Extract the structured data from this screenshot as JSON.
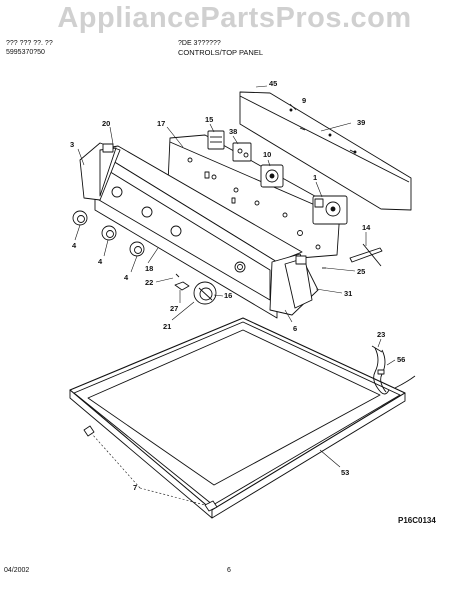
{
  "watermark": "AppliancePartsPros.com",
  "header": {
    "model_label": "??? ??? ??. ??",
    "model_number": "5995370?50",
    "brand_model": "?DE 3??????",
    "section_title": "CONTROLS/TOP PANEL"
  },
  "callouts": {
    "p45": "45",
    "p9": "9",
    "p39": "39",
    "p20": "20",
    "p17": "17",
    "p15": "15",
    "p38": "38",
    "p10": "10",
    "p3": "3",
    "p1": "1",
    "p14": "14",
    "p4a": "4",
    "p4b": "4",
    "p4c": "4",
    "p18": "18",
    "p22": "22",
    "p16": "16",
    "p25": "25",
    "p31": "31",
    "p27": "27",
    "p21": "21",
    "p6": "6",
    "p23": "23",
    "p56": "56",
    "p53": "53",
    "p7": "7"
  },
  "drawing_code": "P16C0134",
  "footer": {
    "date": "04/2002",
    "page": "6"
  }
}
